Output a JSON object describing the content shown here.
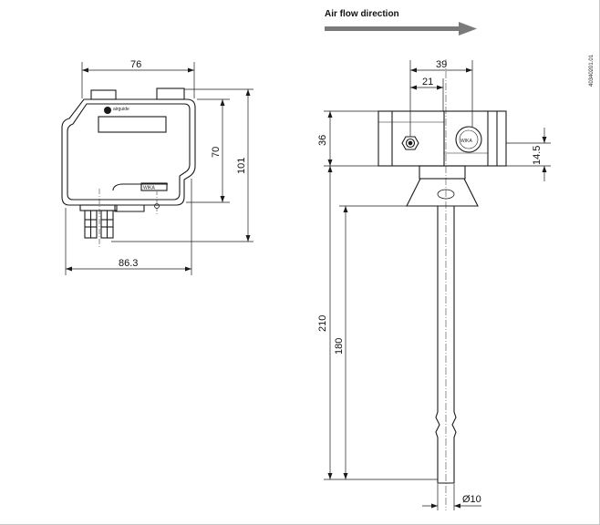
{
  "header": {
    "airflow_label": "Air flow direction"
  },
  "doc_code": "40340201.01",
  "front_view": {
    "dim_width_top": "76",
    "dim_height_inner": "70",
    "dim_height_total": "101",
    "dim_width_bottom": "86.3",
    "brand_label": "WIKA",
    "logo_text": "airguide"
  },
  "side_view": {
    "dim_width_top": "39",
    "dim_width_mid": "21",
    "dim_head_height": "36",
    "dim_right_height": "14.5",
    "dim_probe_total": "210",
    "dim_probe_length": "180",
    "dim_diameter": "Ø10",
    "head_badge": "WIKA"
  },
  "colors": {
    "line": "#1a1a1a",
    "arrow": "#7a7a7a",
    "background": "#ffffff"
  }
}
